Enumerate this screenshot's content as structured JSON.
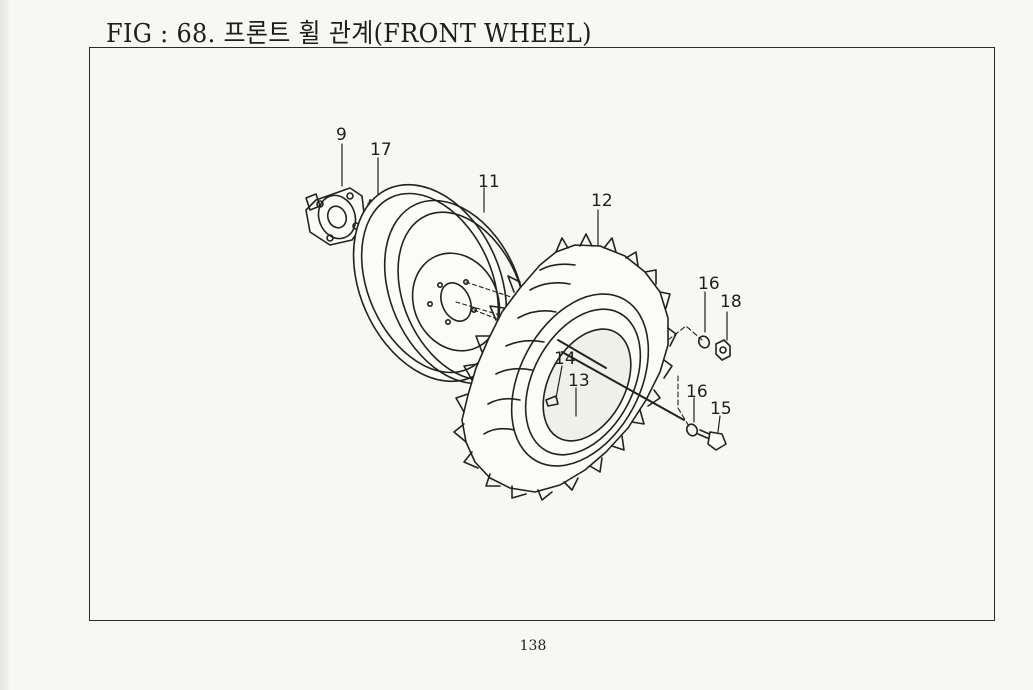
{
  "figure": {
    "title": "FIG : 68. 프론트 휠 관계(FRONT WHEEL)"
  },
  "callouts": {
    "c9": "9",
    "c17": "17",
    "c11": "11",
    "c12": "12",
    "c16a": "16",
    "c18": "18",
    "c14": "14",
    "c13": "13",
    "c16b": "16",
    "c15": "15"
  },
  "page": {
    "number": "138"
  }
}
